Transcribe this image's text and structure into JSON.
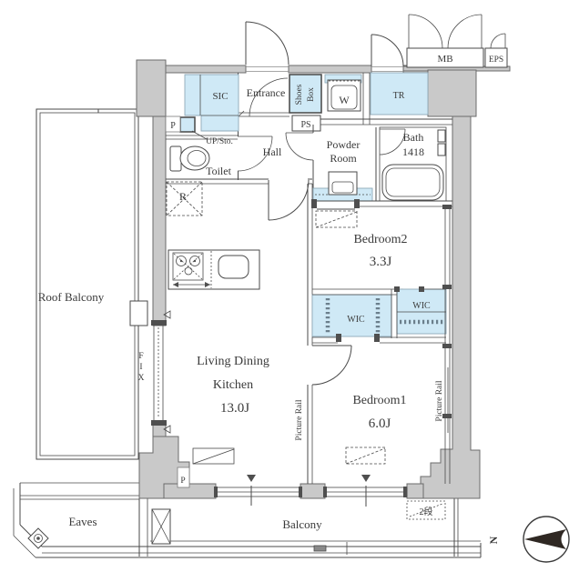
{
  "plan": {
    "rooms": {
      "roof_balcony": {
        "label": "Roof Balcony"
      },
      "ldk": {
        "line1": "Living Dining",
        "line2": "Kitchen",
        "size": "13.0J"
      },
      "bedroom1": {
        "label": "Bedroom1",
        "size": "6.0J"
      },
      "bedroom2": {
        "label": "Bedroom2",
        "size": "3.3J"
      },
      "wic_left": {
        "label": "WIC"
      },
      "wic_right": {
        "label": "WIC"
      },
      "bath": {
        "label": "Bath",
        "size": "1418"
      },
      "powder_room": {
        "line1": "Powder",
        "line2": "Room"
      },
      "toilet": {
        "label": "Toilet"
      },
      "hall": {
        "label": "Hall"
      },
      "entrance": {
        "label": "Entrance"
      },
      "sic": {
        "label": "SIC"
      },
      "shoes_box": {
        "line1": "Shoes",
        "line2": "Box"
      },
      "tr": {
        "label": "TR"
      },
      "balcony": {
        "label": "Balcony"
      },
      "eaves": {
        "label": "Eaves"
      }
    },
    "labels": {
      "mb": "MB",
      "eps": "EPS",
      "ps": "PS",
      "washer": "W",
      "fridge": "R",
      "pipe_shaft_top": "P",
      "pipe_shaft_bottom": "P",
      "up_storage": "UP/Sto.",
      "fix": [
        "F",
        "I",
        "X"
      ],
      "picture_rail_left": "Picture Rail",
      "picture_rail_right": "Picture Rail",
      "balcony_steps": "2段",
      "compass_north": "N"
    },
    "colors": {
      "wall": "#c9c9c9",
      "water_blue": "#cfe9f6",
      "line": "#4a4a4a",
      "text": "#3a3a3a"
    }
  }
}
